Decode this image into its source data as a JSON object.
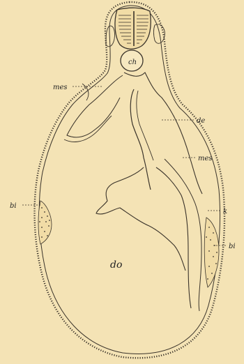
{
  "figure": {
    "background": "#f4e3b5",
    "ink": "#3a332a",
    "labels": {
      "ch": "ch",
      "mes_upper": "mes",
      "de": "de",
      "mes_lower": "mes",
      "k": "k",
      "bi_left": "bi",
      "bi_right": "bi",
      "do": "do"
    }
  }
}
